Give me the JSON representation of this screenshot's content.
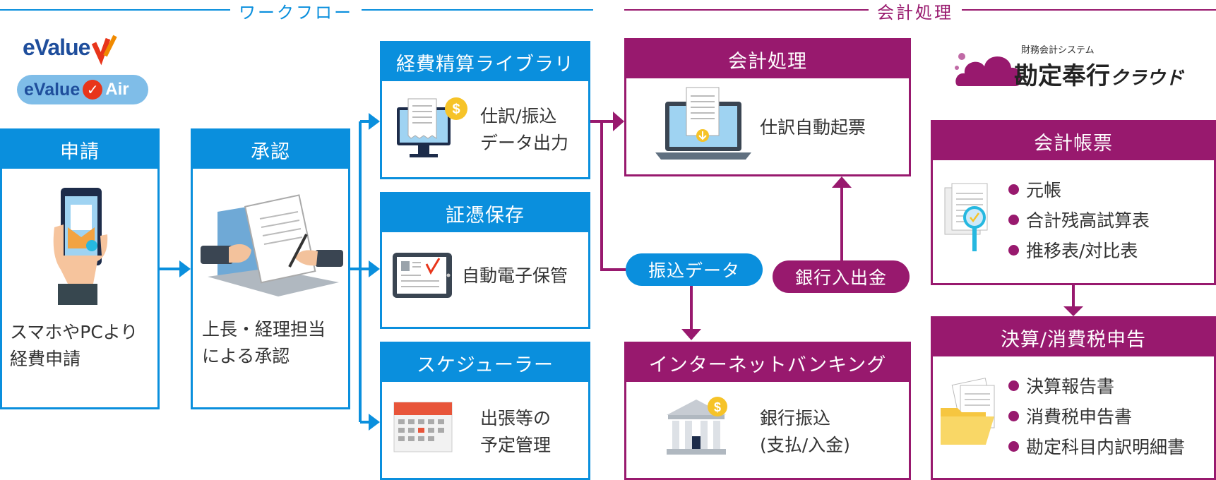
{
  "header": {
    "workflow": "ワークフロー",
    "accounting": "会計処理"
  },
  "logos": {
    "evalue_v": "eValue",
    "evalue_air_a": "eValue",
    "evalue_air_b": "Air",
    "kanjo_sub": "財務会計システム",
    "kanjo_main": "勘定奉行",
    "kanjo_suffix": "クラウド"
  },
  "boxes": {
    "apply": {
      "title": "申請",
      "line1": "スマホやPCより",
      "line2": "経費申請"
    },
    "approve": {
      "title": "承認",
      "line1": "上長・経理担当",
      "line2": "による承認"
    },
    "expense": {
      "title": "経費精算ライブラリ",
      "line1": "仕訳/振込",
      "line2": "データ出力"
    },
    "evidence": {
      "title": "証憑保存",
      "line1": "自動電子保管"
    },
    "schedule": {
      "title": "スケジューラー",
      "line1": "出張等の",
      "line2": "予定管理"
    },
    "accounting": {
      "title": "会計処理",
      "line1": "仕訳自動起票"
    },
    "banking": {
      "title": "インターネットバンキング",
      "line1": "銀行振込",
      "line2": "(支払/入金)"
    },
    "ledger": {
      "title": "会計帳票",
      "items": [
        "元帳",
        "合計残高試算表",
        "推移表/対比表"
      ]
    },
    "settle": {
      "title": "決算/消費税申告",
      "items": [
        "決算報告書",
        "消費税申告書",
        "勘定科目内訳明細書"
      ]
    }
  },
  "pills": {
    "transfer_data": "振込データ",
    "bank_io": "銀行入出金"
  },
  "colors": {
    "blue": "#0a8fdd",
    "magenta": "#98196e"
  }
}
